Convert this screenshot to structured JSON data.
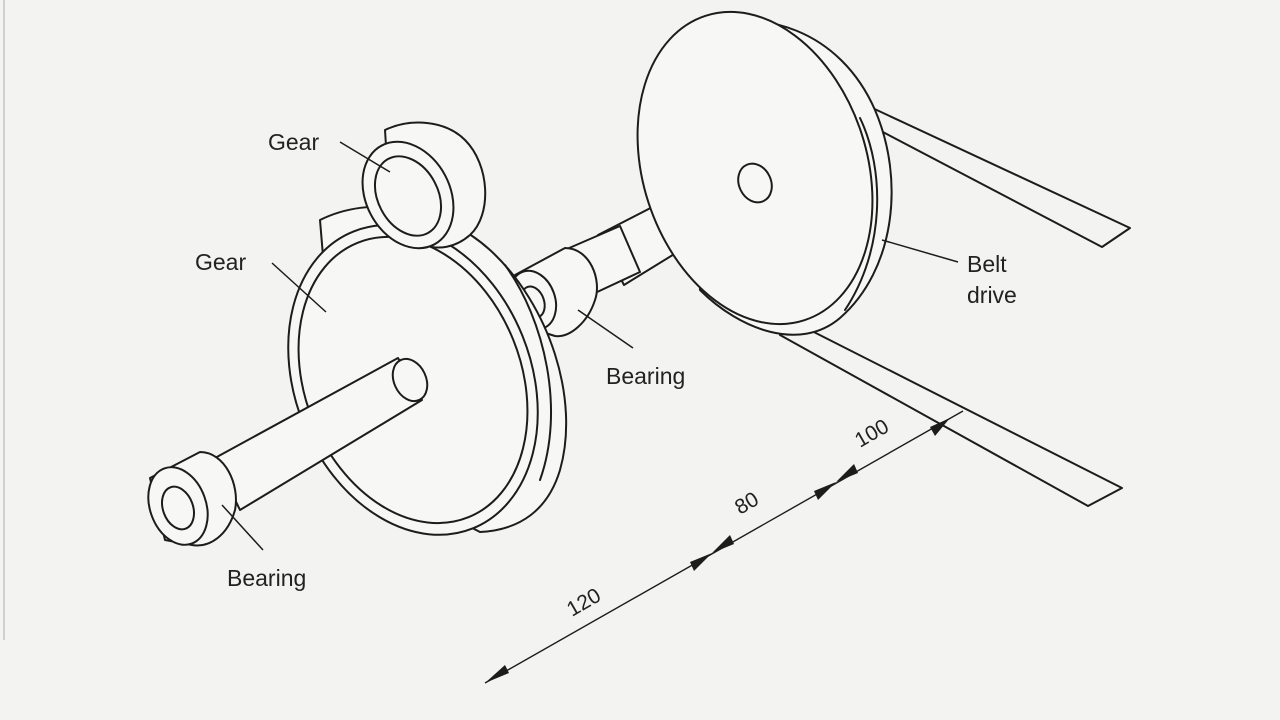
{
  "labels": {
    "gear_small": "Gear",
    "gear_large": "Gear",
    "bearing_middle": "Bearing",
    "bearing_end": "Bearing",
    "belt_line1": "Belt",
    "belt_line2": "drive"
  },
  "dimensions": {
    "segment_1": "120",
    "segment_2": "80",
    "segment_3": "100"
  }
}
